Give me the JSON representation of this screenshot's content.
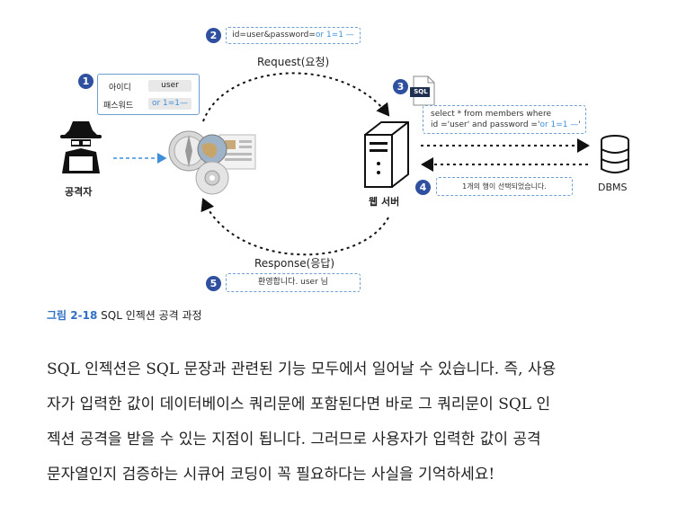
{
  "steps": [
    "1",
    "2",
    "3",
    "4",
    "5"
  ],
  "attacker": {
    "label": "공격자"
  },
  "login_form": {
    "id_label": "아이디",
    "id_value": "user",
    "pw_label": "패스워드",
    "pw_value": "or 1=1—"
  },
  "request": {
    "payload_prefix": "id=user&password=",
    "payload_injection": "or 1=1 —",
    "label": "Request(요청)"
  },
  "sql": {
    "file_label": "SQL",
    "query_line1": "select * from members where",
    "query_line2_prefix": "id ='user' and password ='",
    "query_line2_injection": "or 1=1 —",
    "query_line2_suffix": "'"
  },
  "web_server": {
    "label": "웹 서버"
  },
  "dbms": {
    "label": "DBMS"
  },
  "db_result": {
    "text": "1개의 행이 선택되었습니다."
  },
  "response": {
    "label": "Response(응답)",
    "message": "환영합니다. user 님"
  },
  "caption": {
    "number": "그림 2-18",
    "title": "SQL 인젝션 공격 과정"
  },
  "body_lines": [
    "SQL 인젝션은 SQL 문장과 관련된 기능 모두에서 일어날 수 있습니다. 즉, 사용",
    "자가 입력한 값이 데이터베이스 쿼리문에 포함된다면 바로 그 쿼리문이 SQL 인",
    "젝션 공격을 받을 수 있는 지점이 됩니다. 그러므로 사용자가 입력한 값이 공격",
    "문자열인지 검증하는 시큐어 코딩이 꼭 필요하다는 사실을 기억하세요!"
  ],
  "colors": {
    "badge": "#2f4f9f",
    "injection": "#3f8fd8",
    "dashed_box": "#6f9fd2",
    "caption_number": "#2f6fc4"
  }
}
